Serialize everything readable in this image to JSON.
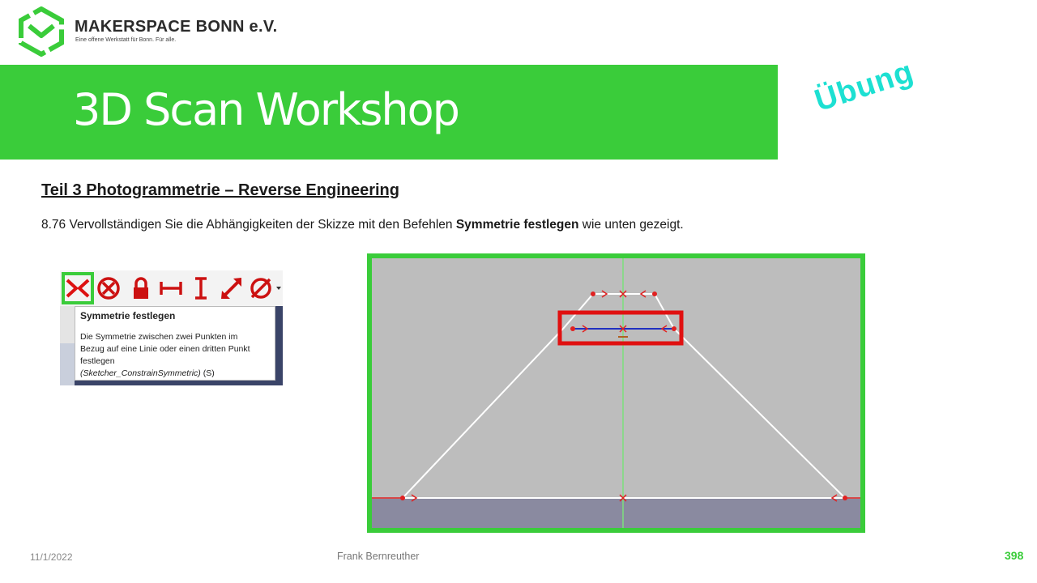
{
  "header": {
    "org_name": "MAKERSPACE BONN e.V.",
    "org_tagline": "Eine offene Werkstatt für Bonn. Für alle.",
    "brand_color": "#3acc3a",
    "logo_icon": "hexagon-check-logo-icon"
  },
  "banner": {
    "title": "3D Scan Workshop",
    "badge": "Übung",
    "badge_color": "#1de0d2"
  },
  "content": {
    "section_title": "Teil 3  Photogrammetrie  – Reverse Engineering",
    "instruction_prefix": "8.76 Vervollständigen Sie die Abhängigkeiten der Skizze mit den Befehlen ",
    "instruction_bold": "Symmetrie festlegen",
    "instruction_suffix": " wie unten gezeigt."
  },
  "toolbar": {
    "icons": [
      "symmetry-constraint-icon",
      "block-constraint-icon",
      "lock-constraint-icon",
      "horizontal-distance-icon",
      "vertical-distance-icon",
      "distance-icon",
      "diameter-constraint-icon"
    ],
    "tooltip_title": "Symmetrie festlegen",
    "tooltip_line1": "Die Symmetrie zwischen zwei Punkten im",
    "tooltip_line2": "Bezug auf eine Linie oder einen dritten Punkt",
    "tooltip_line3": "festlegen",
    "tooltip_command": "(Sketcher_ConstrainSymmetric)",
    "tooltip_shortcut": " (S)"
  },
  "footer": {
    "date": "11/1/2022",
    "author": "Frank Bernreuther",
    "page": "398"
  }
}
